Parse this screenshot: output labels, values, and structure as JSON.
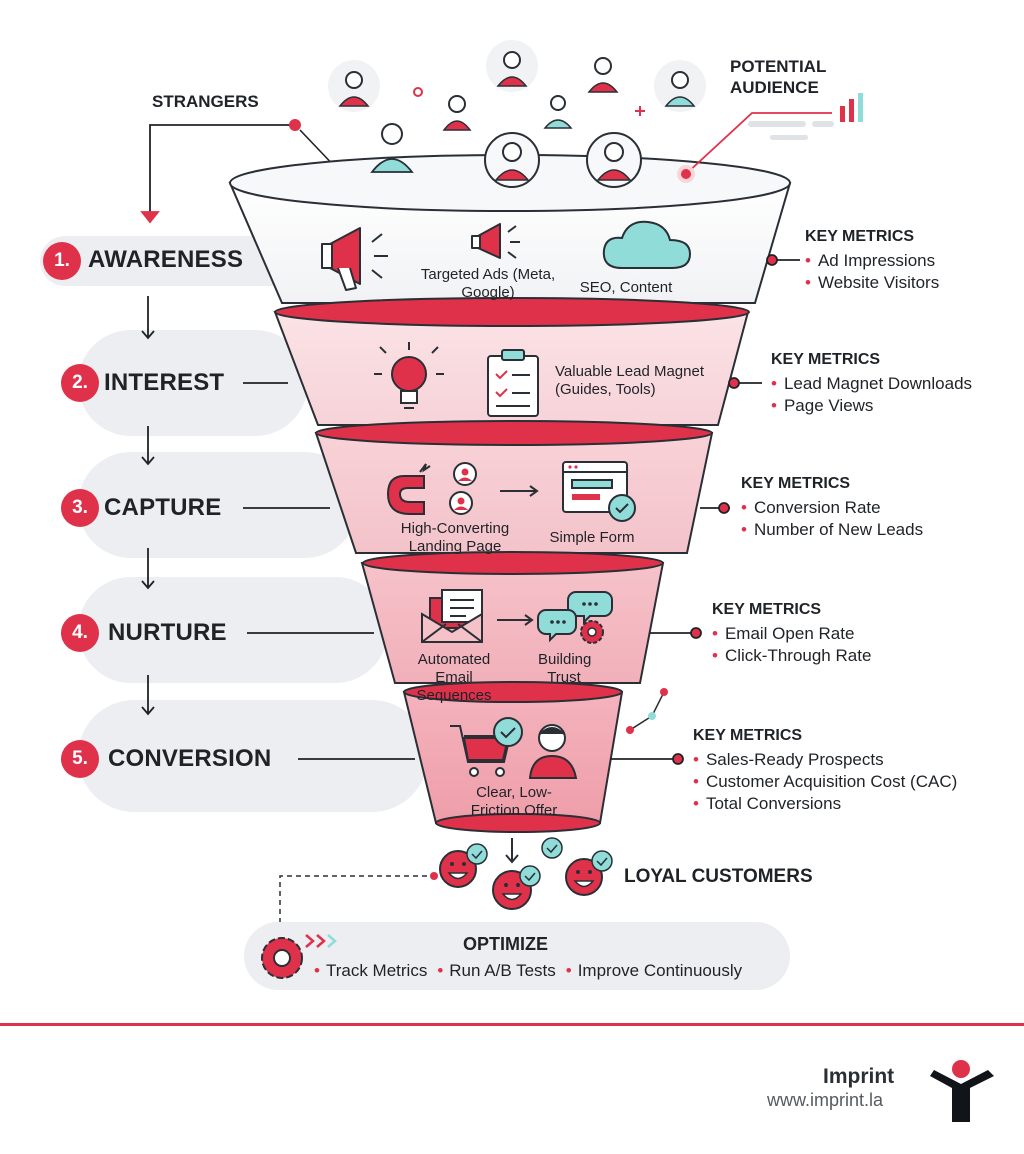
{
  "top": {
    "strangers": "STRANGERS",
    "potential_audience": "POTENTIAL AUDIENCE"
  },
  "stages": [
    {
      "number": "1.",
      "name": "AWARENESS",
      "items": [
        "Targeted Ads (Meta, Google)",
        "SEO, Content"
      ],
      "metrics_heading": "KEY METRICS",
      "metrics": [
        "Ad Impressions",
        "Website Visitors"
      ]
    },
    {
      "number": "2.",
      "name": "INTEREST",
      "items": [
        "Valuable Lead Magnet (Guides, Tools)"
      ],
      "metrics_heading": "KEY METRICS",
      "metrics": [
        "Lead Magnet Downloads",
        "Page Views"
      ]
    },
    {
      "number": "3.",
      "name": "CAPTURE",
      "items": [
        "High-Converting Landing Page",
        "Simple Form"
      ],
      "metrics_heading": "KEY METRICS",
      "metrics": [
        "Conversion Rate",
        "Number of New Leads"
      ]
    },
    {
      "number": "4.",
      "name": "NURTURE",
      "items": [
        "Automated Email Sequences",
        "Building Trust"
      ],
      "metrics_heading": "KEY METRICS",
      "metrics": [
        "Email Open Rate",
        "Click-Through Rate"
      ]
    },
    {
      "number": "5.",
      "name": "CONVERSION",
      "items": [
        "Clear, Low-Friction Offer"
      ],
      "metrics_heading": "KEY METRICS",
      "metrics": [
        "Sales-Ready Prospects",
        "Customer Acquisition Cost (CAC)",
        "Total Conversions"
      ]
    }
  ],
  "loyal_customers": "LOYAL CUSTOMERS",
  "optimize": {
    "title": "OPTIMIZE",
    "items": [
      "Track Metrics",
      "Run A/B Tests",
      "Improve Continuously"
    ]
  },
  "brand": {
    "name": "Imprint",
    "url": "www.imprint.la"
  },
  "colors": {
    "accent_red": "#e0314b",
    "teal": "#8fdcd8",
    "band_gray": "#eceef1",
    "text": "#1f2328"
  }
}
